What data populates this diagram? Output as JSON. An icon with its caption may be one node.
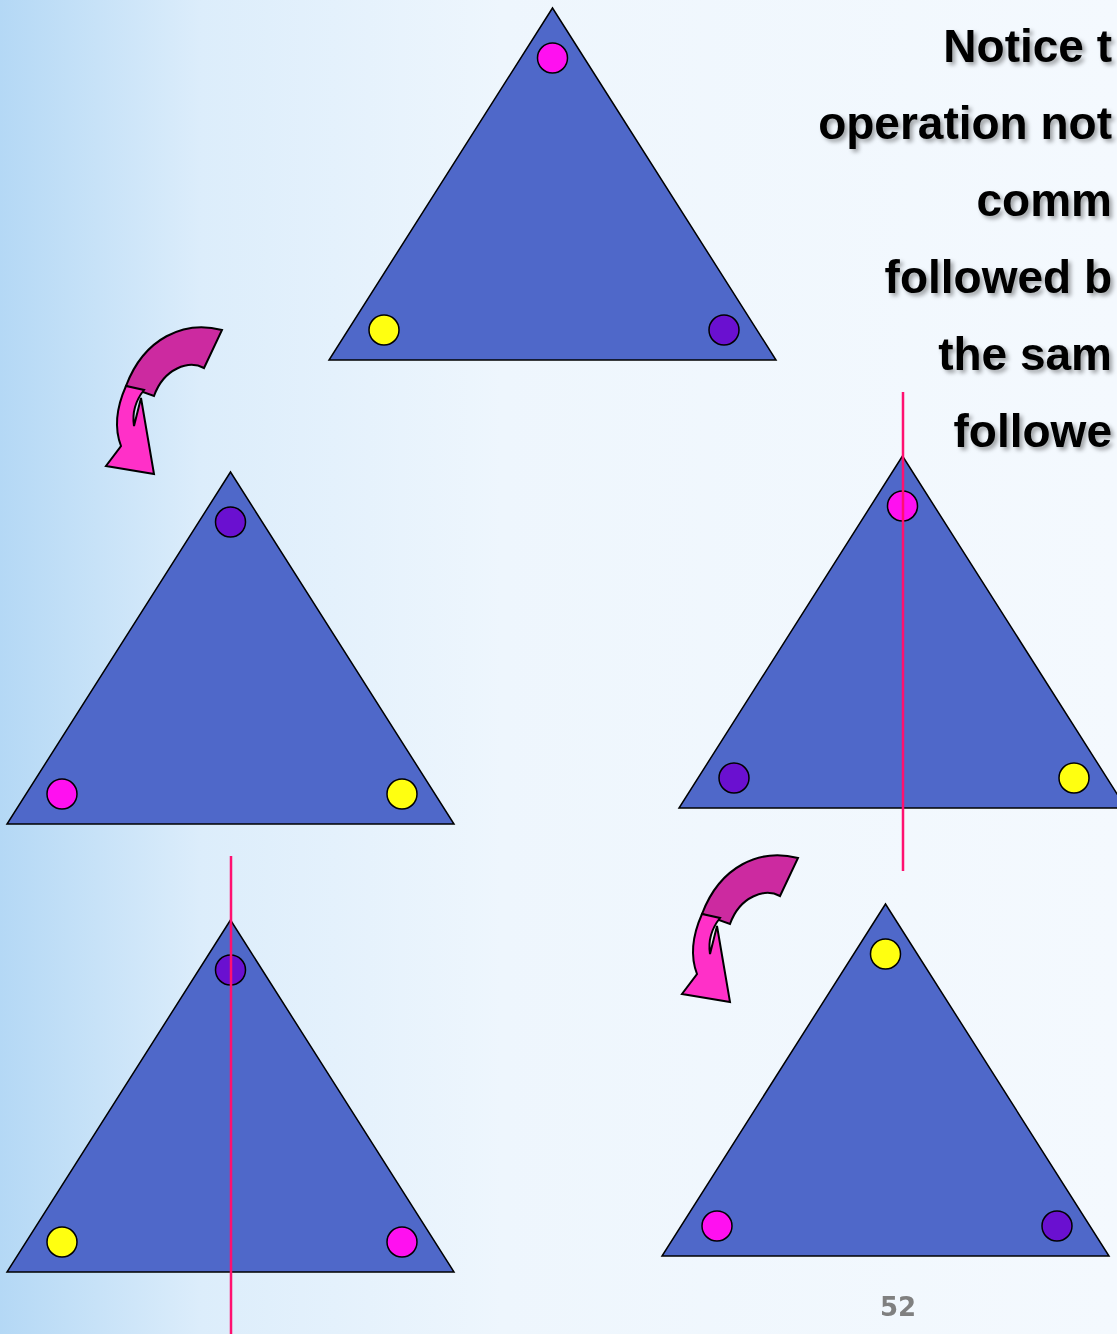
{
  "diagram": {
    "nodes": [
      {
        "text": [],
        "shape": "triangle"
      },
      {
        "text": [],
        "shape": "triangle"
      },
      {
        "text": [],
        "shape": "triangle"
      },
      {
        "text": [],
        "shape": "triangle"
      },
      {
        "text": [],
        "shape": "triangle"
      }
    ],
    "labels": [
      "Notice t operation not comm followed b the sam followe",
      "52"
    ]
  }
}
